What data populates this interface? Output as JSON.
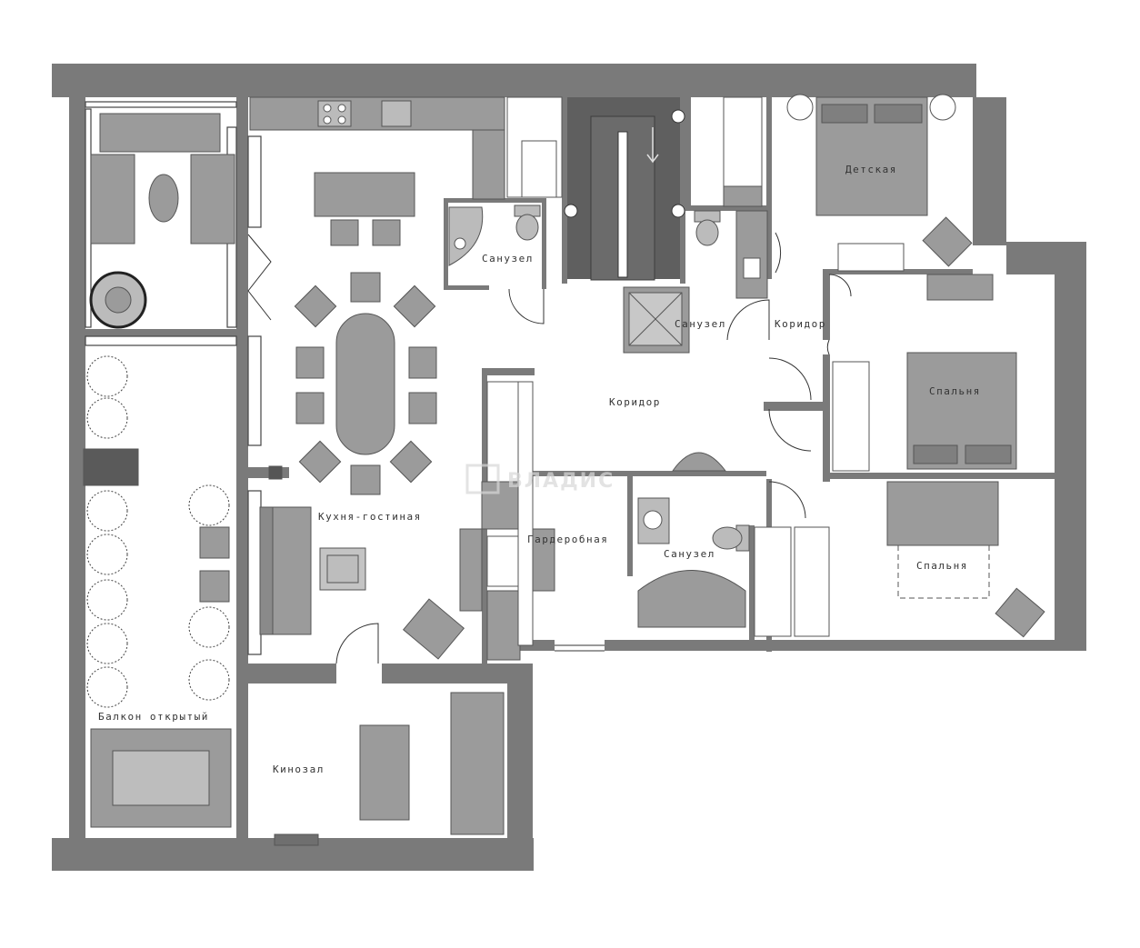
{
  "rooms": {
    "detskaya": "Детская",
    "sanuzel_1": "Санузел",
    "sanuzel_2": "Санузел",
    "sanuzel_3": "Санузел",
    "koridor_1": "Коридор",
    "koridor_2": "Коридор",
    "spalnya_1": "Спальня",
    "spalnya_2": "Спальня",
    "kuhnya_gostinaya": "Кухня-гостиная",
    "garderobnaya": "Гардеробная",
    "balkon": "Балкон открытый",
    "kinozal": "Кинозал"
  },
  "watermark": {
    "logo": "ВЛАДИС"
  },
  "colors": {
    "wall": "#7a7a7a",
    "furniture": "#9b9b9b",
    "furniture_stroke": "#555555",
    "elevator": "#5f5f5f",
    "floor": "#ffffff"
  }
}
